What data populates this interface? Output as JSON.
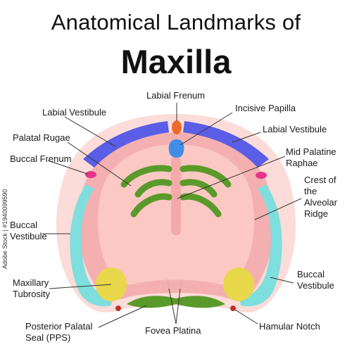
{
  "title": {
    "line1": "Anatomical Landmarks of",
    "line2": "Maxilla"
  },
  "labels": {
    "labial_frenum": "Labial Frenum",
    "incisive_papilla": "Incisive Papilla",
    "labial_vestibule_left": "Labial Vestibule",
    "labial_vestibule_right": "Labial Vestibule",
    "palatal_rugae": "Palatal Rugae",
    "mid_palatine_raphae_1": "Mid Palatine",
    "mid_palatine_raphae_2": "Raphae",
    "buccal_frenum": "Buccal Frenum",
    "crest_1": "Crest of",
    "crest_2": "the",
    "crest_3": "Alveolar",
    "crest_4": "Ridge",
    "buccal_vestibule_left_1": "Buccal",
    "buccal_vestibule_left_2": "Vestibule",
    "maxillary_tuberosity_1": "Maxillary",
    "maxillary_tuberosity_2": "Tubrosity",
    "buccal_vestibule_right_1": "Buccal",
    "buccal_vestibule_right_2": "Vestibule",
    "pps_1": "Posterior Palatal",
    "pps_2": "Seal (PPS)",
    "fovea_platina": "Fovea Platina",
    "hamular_notch": "Hamular Notch"
  },
  "watermark": "Adobe Stock | #1940099590",
  "colors": {
    "outer_tissue": "#fcdcd8",
    "ridge": "#f4b0b0",
    "palate": "#fbc8c4",
    "labial_vestibule": "#5a5ee6",
    "buccal_vestibule": "#7fdede",
    "rugae": "#5a9a2a",
    "incisive_papilla": "#3e8ee6",
    "labial_frenum": "#ee6a2a",
    "buccal_frenum": "#e8338c",
    "tuberosity": "#e8d84a",
    "hamular_notch": "#b8362a"
  }
}
